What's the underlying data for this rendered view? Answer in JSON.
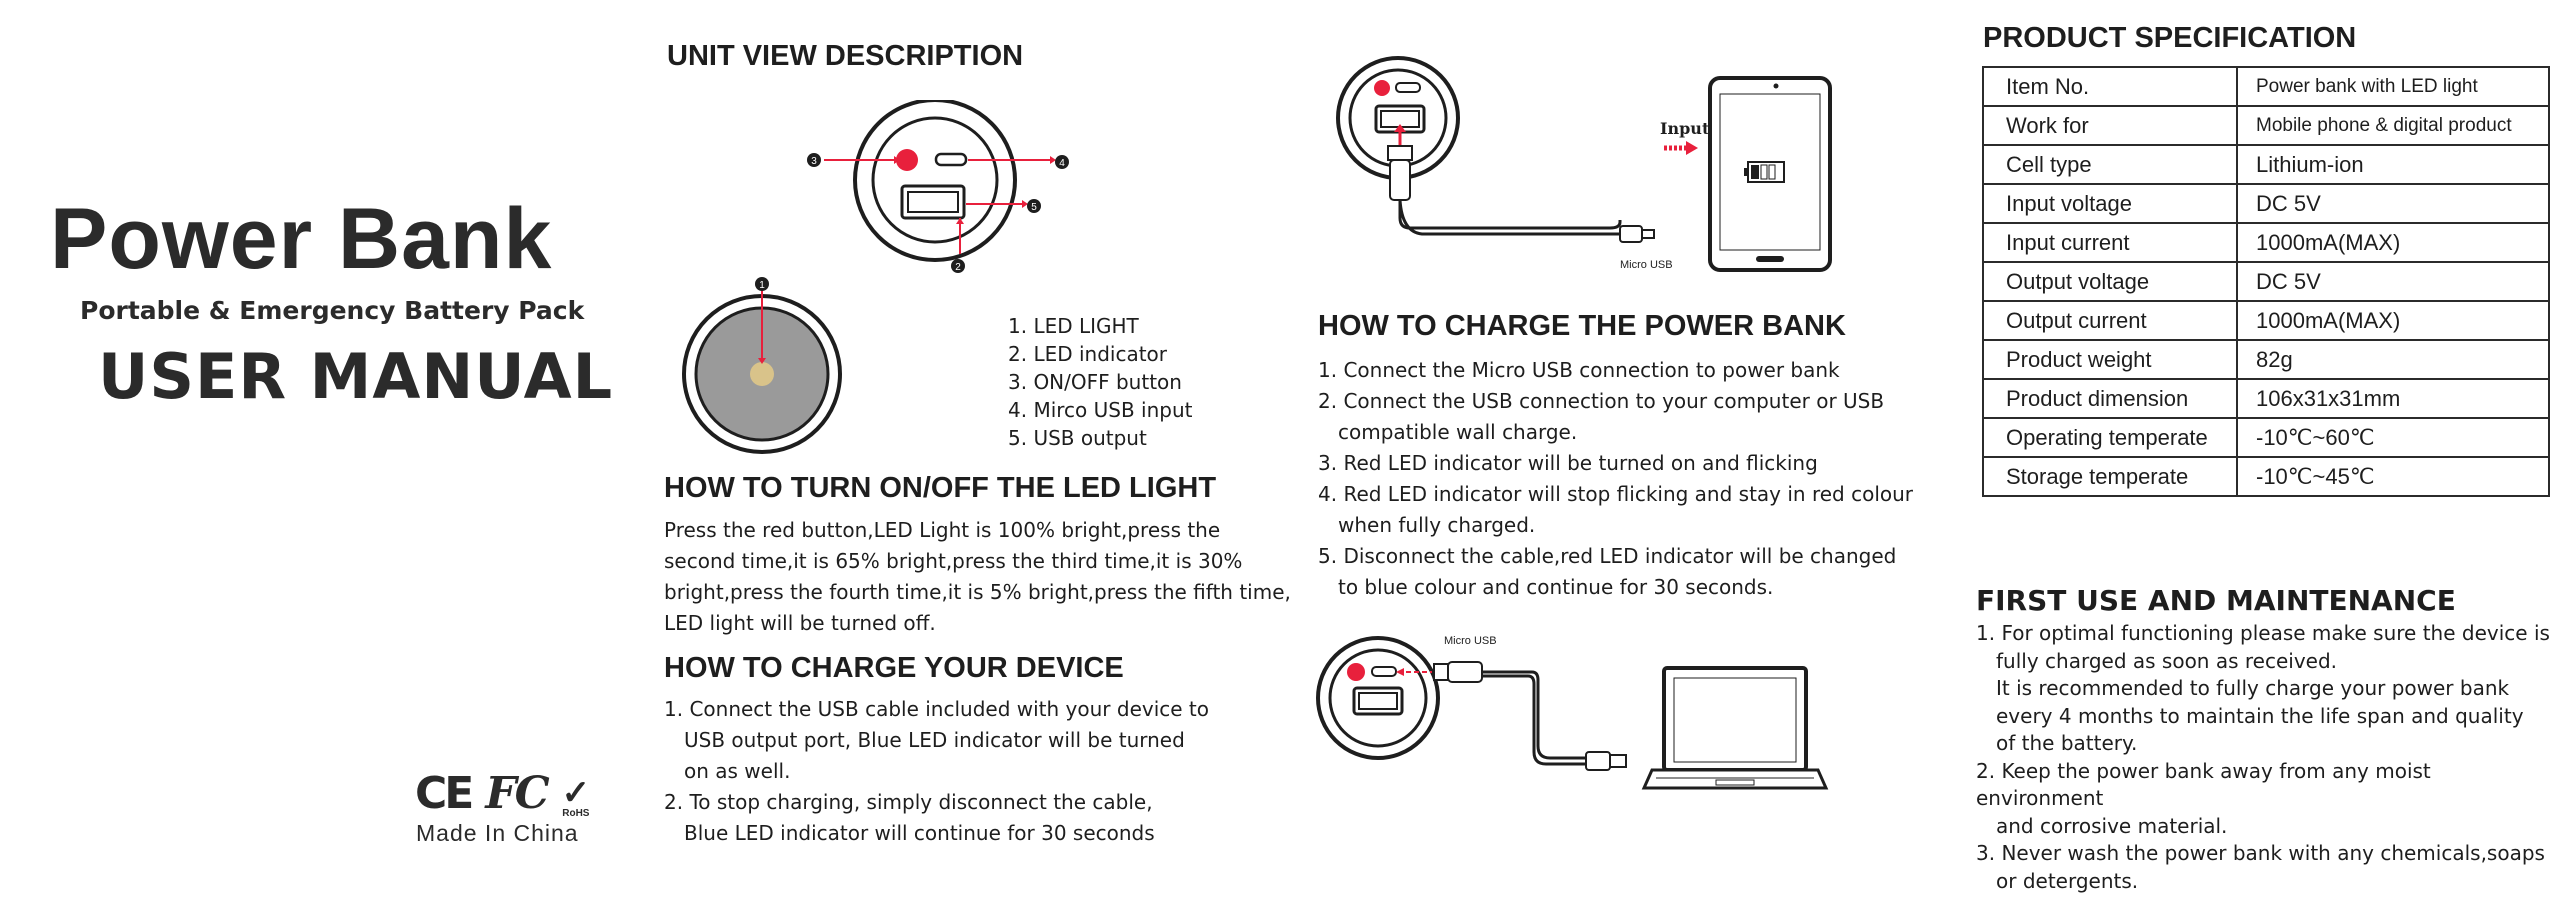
{
  "cover": {
    "title": "Power Bank",
    "subtitle": "Portable & Emergency Battery Pack",
    "manual": "USER MANUAL",
    "cert_ce": "CE",
    "cert_fc": "FC",
    "cert_rohs": "RoHS",
    "made_in": "Made In China"
  },
  "unit_view": {
    "heading": "UNIT VIEW DESCRIPTION",
    "callouts": [
      "1",
      "2",
      "3",
      "4",
      "5"
    ],
    "legend": [
      "1. LED LIGHT",
      "2. LED indicator",
      "3. ON/OFF button",
      "4. Mirco USB input",
      "5. USB output"
    ]
  },
  "turn_on": {
    "heading": "HOW TO TURN ON/OFF THE LED LIGHT",
    "lines": [
      "Press the red button,LED Light is 100% bright,press the",
      "second time,it is 65% bright,press the third time,it is 30%",
      "bright,press the fourth time,it is 5% bright,press the fifth time,",
      "LED light will be turned off."
    ]
  },
  "charge_device": {
    "heading": "HOW TO CHARGE YOUR DEVICE",
    "lines": [
      "1. Connect the USB cable included with your device to",
      "USB output port, Blue LED indicator will be turned",
      "on as well.",
      "2. To stop charging, simply disconnect the cable,",
      "Blue LED indicator will continue for 30 seconds"
    ]
  },
  "diagram_top": {
    "input_label": "Input",
    "micro_usb_label": "Micro USB"
  },
  "charge_bank": {
    "heading": "HOW TO CHARGE THE POWER BANK",
    "lines": [
      "1. Connect the Micro USB connection to power bank",
      "2. Connect the USB connection to your computer or USB",
      "compatible wall charge.",
      "3. Red LED indicator will be turned on and flicking",
      "4. Red LED indicator will stop flicking and stay in red colour",
      "when fully charged.",
      "5. Disconnect the cable,red LED indicator will be changed",
      "to blue colour and continue for 30 seconds."
    ]
  },
  "diagram_bottom": {
    "micro_usb_label": "Micro USB"
  },
  "spec": {
    "heading": "PRODUCT SPECIFICATION",
    "rows": [
      {
        "k": "Item No.",
        "v": "Power bank with LED light"
      },
      {
        "k": "Work for",
        "v": "Mobile phone & digital product"
      },
      {
        "k": "Cell type",
        "v": "Lithium-ion"
      },
      {
        "k": "Input voltage",
        "v": "DC 5V"
      },
      {
        "k": "Input current",
        "v": "1000mA(MAX)"
      },
      {
        "k": "Output voltage",
        "v": "DC 5V"
      },
      {
        "k": "Output current",
        "v": "1000mA(MAX)"
      },
      {
        "k": "Product weight",
        "v": "82g"
      },
      {
        "k": "Product dimension",
        "v": "106x31x31mm"
      },
      {
        "k": "Operating temperate",
        "v": "-10℃~60℃"
      },
      {
        "k": "Storage temperate",
        "v": "-10℃~45℃"
      }
    ]
  },
  "maintenance": {
    "heading": "FIRST USE AND MAINTENANCE",
    "lines": [
      "1. For optimal functioning please make sure the device is",
      "fully charged as soon as received.",
      "It is recommended to fully charge your power bank",
      "every 4 months to maintain the life span and quality",
      "of the battery.",
      "2. Keep the power bank away from any moist environment",
      "and corrosive material.",
      "3. Never wash the power bank with any chemicals,soaps",
      "or detergents."
    ]
  },
  "colors": {
    "ink": "#1e1e1e",
    "red": "#e8203c",
    "gray": "#9a9a9a",
    "led": "#d9c38a"
  }
}
